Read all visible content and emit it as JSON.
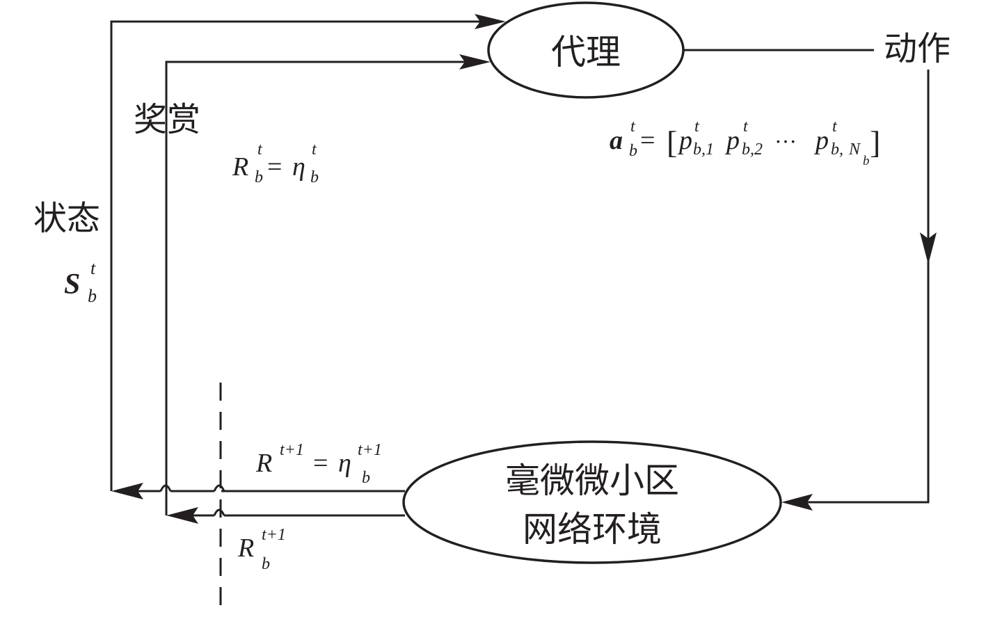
{
  "nodes": {
    "agent": "代理",
    "environment_line1": "毫微微小区",
    "environment_line2": "网络环境"
  },
  "labels": {
    "action": "动作",
    "reward": "奖赏",
    "state": "状态"
  },
  "formulas": {
    "action_vector": {
      "a": "a",
      "a_sub": "b",
      "a_sup": "t",
      "eq": "=",
      "lbracket": "[",
      "rbracket": "]",
      "p": "p",
      "p_sup": "t",
      "p1_sub": "b,1",
      "p2_sub": "b,2",
      "ellipsis": "···",
      "pN_sub_prefix": "b,",
      "pN_sub": "N",
      "pN_subsub": "b"
    },
    "reward_t": {
      "R": "R",
      "R_sub": "b",
      "R_sup": "t",
      "eq": "=",
      "eta": "η",
      "eta_sub": "b",
      "eta_sup": "t"
    },
    "state_t": {
      "S": "S",
      "S_sub": "b",
      "S_sup": "t"
    },
    "reward_t1": {
      "R": "R",
      "R_sup": "t+1",
      "eq": "=",
      "eta": "η",
      "eta_sup": "t+1",
      "eta_sub": "b"
    },
    "reward_b_t1": {
      "R": "R",
      "R_sup": "t+1",
      "R_sub": "b"
    }
  },
  "colors": {
    "stroke": "#231f20",
    "background": "#ffffff"
  }
}
